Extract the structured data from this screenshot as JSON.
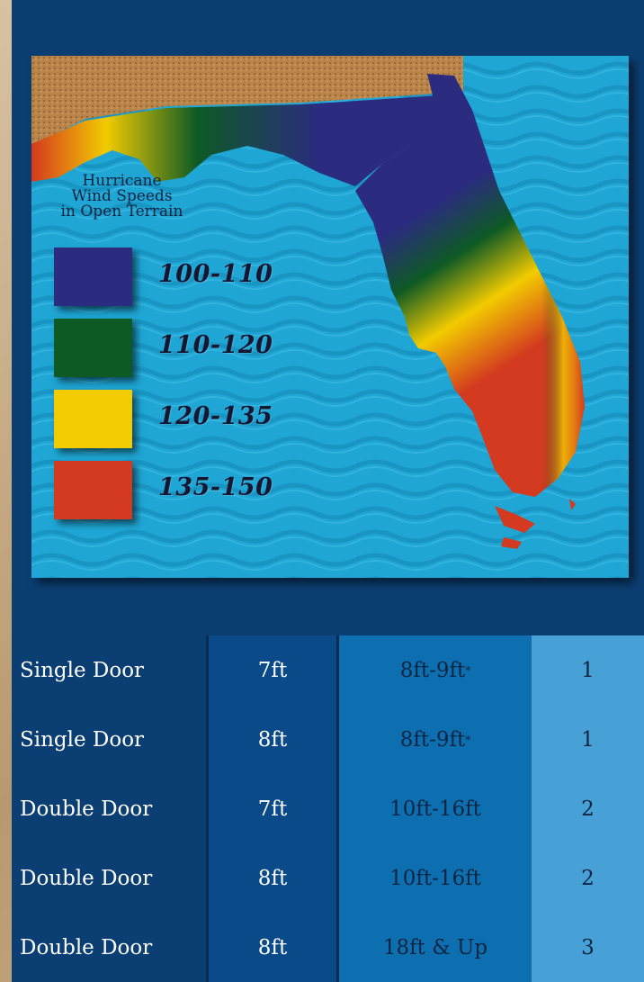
{
  "legend": {
    "title_lines": [
      "Hurricane",
      "Wind Speeds",
      "in Open Terrain"
    ],
    "items": [
      {
        "label": "100-110",
        "color": "#2b2b80"
      },
      {
        "label": "110-120",
        "color": "#0e5a25"
      },
      {
        "label": "120-135",
        "color": "#f2cb00"
      },
      {
        "label": "135-150",
        "color": "#d43a1f"
      }
    ]
  },
  "colors": {
    "water": "#1fa6d4",
    "land": "#b9844a",
    "panel": "#0b3f73"
  },
  "table": {
    "rows": [
      {
        "type": "Single Door",
        "height": "7ft",
        "width": "8ft-9ft",
        "mark": "*",
        "count": "1"
      },
      {
        "type": "Single Door",
        "height": "8ft",
        "width": "8ft-9ft",
        "mark": "*",
        "count": "1"
      },
      {
        "type": "Double Door",
        "height": "7ft",
        "width": "10ft-16ft",
        "mark": "",
        "count": "2"
      },
      {
        "type": "Double Door",
        "height": "8ft",
        "width": "10ft-16ft",
        "mark": "",
        "count": "2"
      },
      {
        "type": "Double Door",
        "height": "8ft",
        "width": "18ft & Up",
        "mark": "",
        "count": "3"
      }
    ]
  }
}
